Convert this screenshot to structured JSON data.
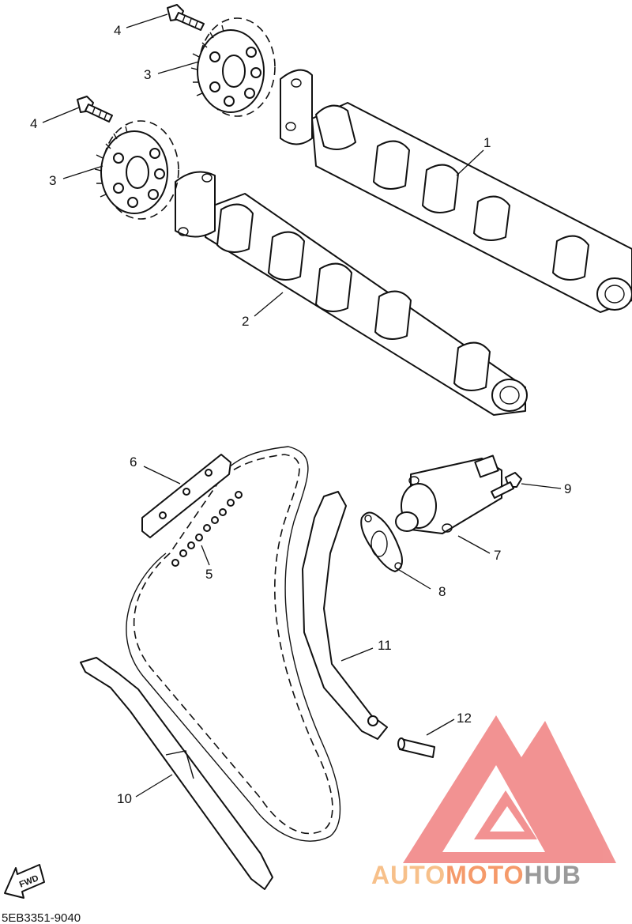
{
  "diagram": {
    "callouts": {
      "c1": "1",
      "c2": "2",
      "c3a": "3",
      "c3b": "3",
      "c4a": "4",
      "c4b": "4",
      "c5": "5",
      "c6": "6",
      "c7": "7",
      "c8": "8",
      "c9": "9",
      "c10": "10",
      "c11": "11",
      "c12": "12"
    },
    "fwd_label": "FWD",
    "drawing_code": "5EB3351-9040"
  },
  "watermark": {
    "word_part1": "AUTO",
    "word_part2": "MOTO",
    "word_part3": "HUB",
    "colors": {
      "logo": "#f08080",
      "auto": "#f7c08a",
      "moto": "#f59a6a",
      "hub": "#9a9a9a"
    }
  }
}
